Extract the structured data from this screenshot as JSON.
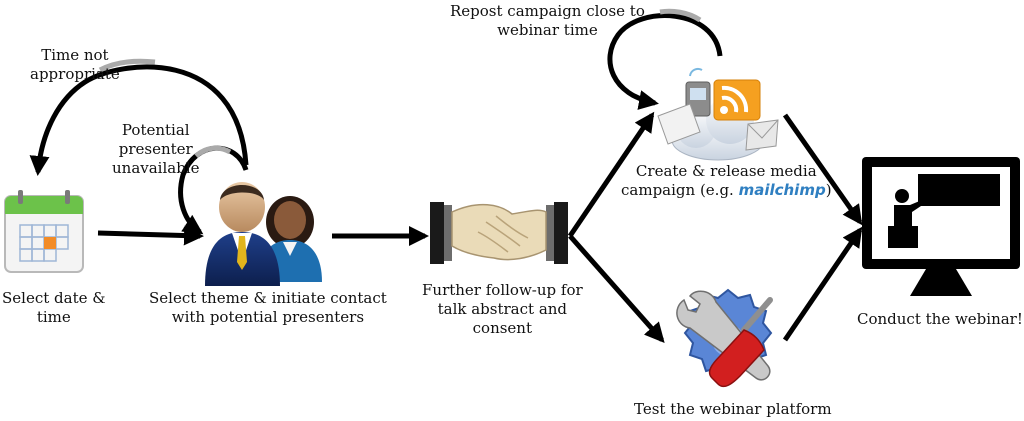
{
  "steps": {
    "select_date": [
      "Select date &",
      "time"
    ],
    "select_theme": [
      "Select theme & initiate contact",
      "with potential presenters"
    ],
    "follow_up": [
      "Further follow-up for",
      "talk abstract and",
      "consent"
    ],
    "media_campaign": {
      "line1": "Create & release media",
      "line2_prefix": "campaign (e.g. ",
      "logo_text": "mailchimp",
      "line2_suffix": ")"
    },
    "test_platform": "Test the webinar platform",
    "conduct": "Conduct the webinar!"
  },
  "loops": {
    "time_not_appropriate": [
      "Time not",
      "appropriate"
    ],
    "presenter_unavailable": [
      "Potential",
      "presenter",
      "unavailable"
    ],
    "repost_campaign": [
      "Repost campaign close to",
      "webinar time"
    ]
  },
  "icons": {
    "calendar": "calendar-icon",
    "people": "presenters-icon",
    "handshake": "handshake-icon",
    "media": "media-campaign-icon",
    "tools": "tools-icon",
    "monitor": "webinar-monitor-icon"
  },
  "colors": {
    "arrow": "#000000",
    "calendar_green": "#6cc24a",
    "calendar_orange": "#f28c28",
    "rss_orange": "#f5a020",
    "tool_blue": "#5a86d6",
    "screwdriver_red": "#d21f1f"
  }
}
